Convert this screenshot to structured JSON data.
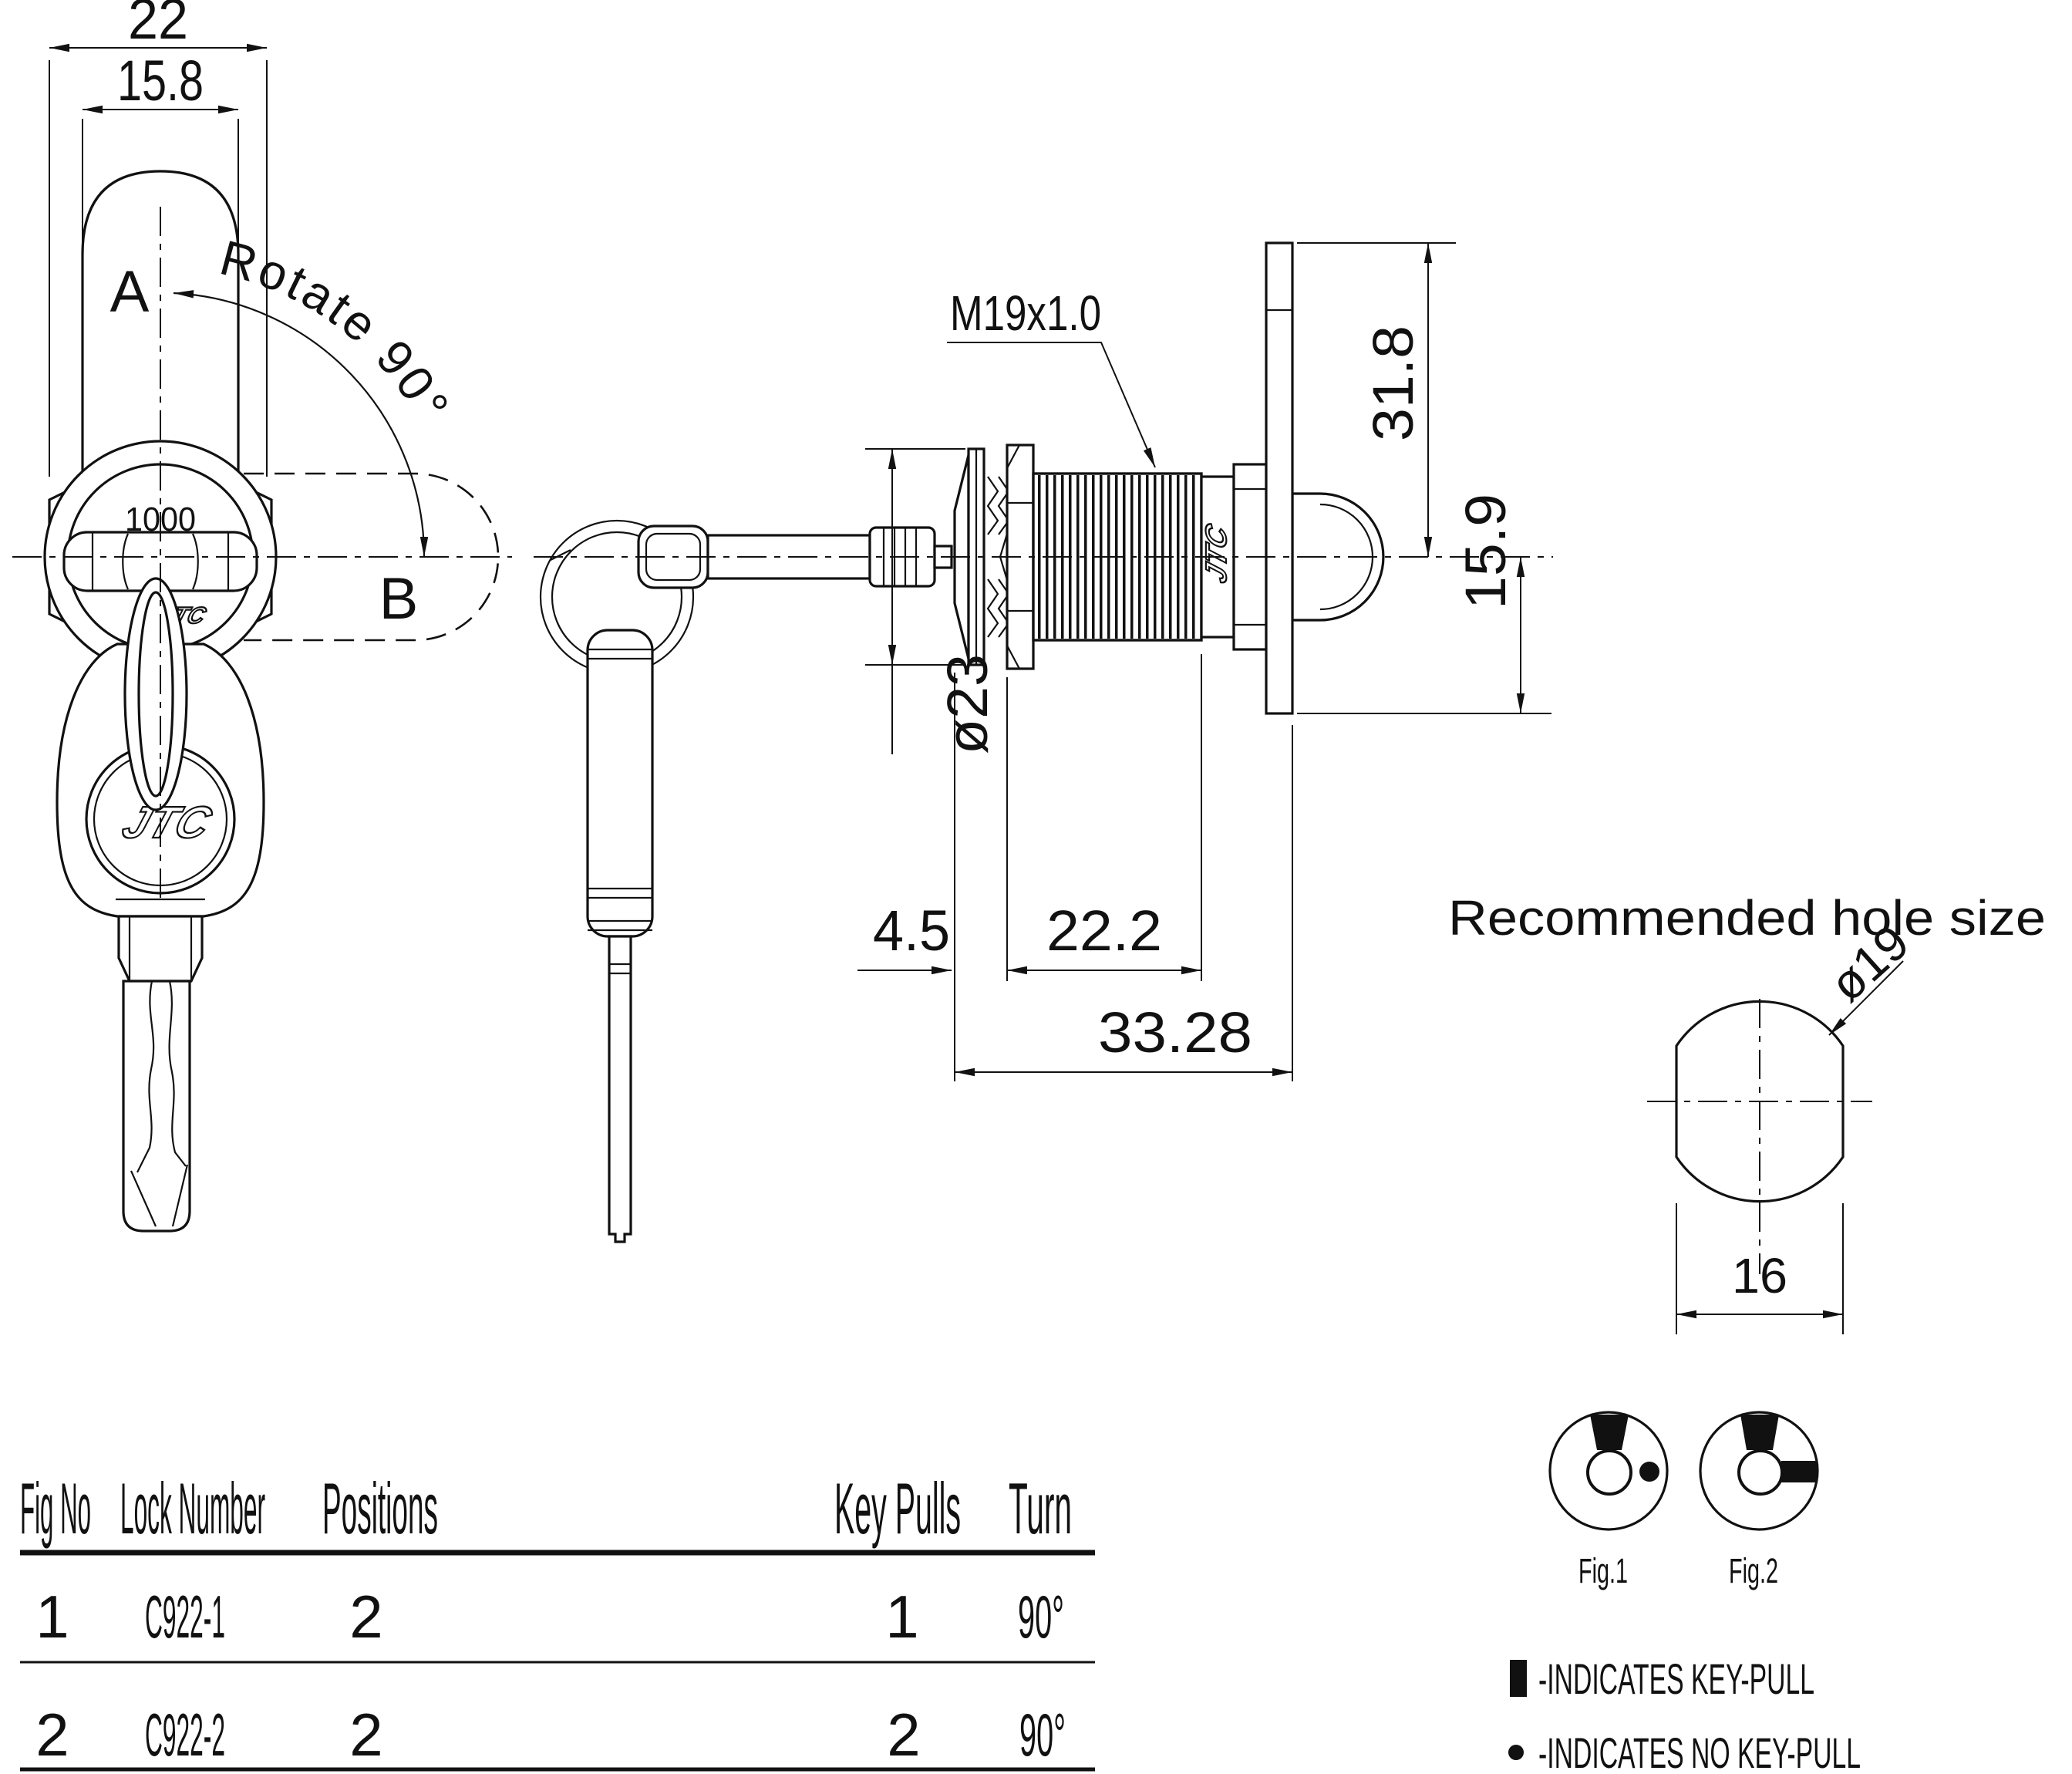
{
  "brand": "JTC",
  "front_view": {
    "dim_outer": "22",
    "dim_inner": "15.8",
    "label_a": "A",
    "label_b": "B",
    "rotate_note": "Rotate 90°",
    "face_marking": "1000"
  },
  "side_view": {
    "thread_spec": "M19x1.0",
    "dim_cam_top": "31.8",
    "dim_body": "15.9",
    "dim_flange_dia": "ø23",
    "dim_front_gap": "4.5",
    "dim_thread_length": "22.2",
    "dim_overall": "33.28"
  },
  "hole_view": {
    "title": "Recommended hole size",
    "dim_diameter": "ø19",
    "dim_across_flats": "16"
  },
  "figures": {
    "fig1_label": "Fig.1",
    "fig2_label": "Fig.2"
  },
  "legend": {
    "key_pull": "-INDICATES KEY-PULL",
    "no_key_pull": "-INDICATES NO KEY-PULL"
  },
  "table": {
    "headers": [
      "Fig No",
      "Lock Number",
      "Positions",
      "Key Pulls",
      "Turn"
    ],
    "rows": [
      [
        "1",
        "C922-1",
        "2",
        "1",
        "90°"
      ],
      [
        "2",
        "C922-2",
        "2",
        "2",
        "90°"
      ]
    ]
  }
}
